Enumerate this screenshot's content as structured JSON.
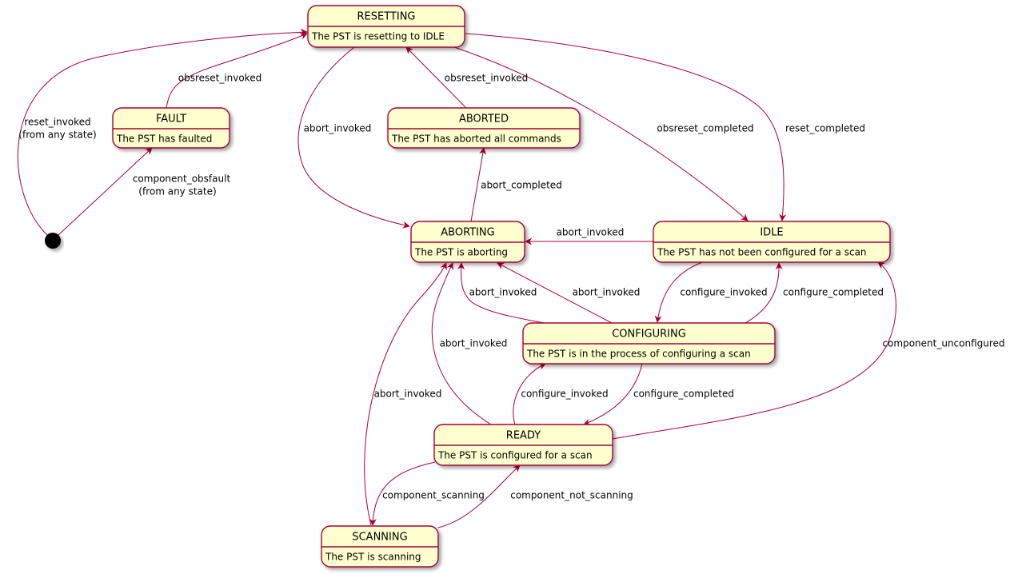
{
  "colors": {
    "state_fill": "#FEFECE",
    "state_border": "#A80036",
    "edge": "#A80036",
    "initial": "#000000"
  },
  "states": [
    {
      "id": "resetting",
      "title": "RESETTING",
      "description": "The PST is resetting to IDLE"
    },
    {
      "id": "fault",
      "title": "FAULT",
      "description": "The PST has faulted"
    },
    {
      "id": "aborted",
      "title": "ABORTED",
      "description": "The PST has aborted all commands"
    },
    {
      "id": "aborting",
      "title": "ABORTING",
      "description": "The PST is aborting"
    },
    {
      "id": "idle",
      "title": "IDLE",
      "description": "The PST has not been configured for a scan"
    },
    {
      "id": "configuring",
      "title": "CONFIGURING",
      "description": "The PST is in the process of configuring a scan"
    },
    {
      "id": "ready",
      "title": "READY",
      "description": "The PST is configured for a scan"
    },
    {
      "id": "scanning",
      "title": "SCANNING",
      "description": "The PST is scanning"
    }
  ],
  "transitions": [
    {
      "id": "init-resetting",
      "from": "initial",
      "to": "resetting",
      "label": [
        "reset_invoked",
        "(from any state)"
      ]
    },
    {
      "id": "init-fault",
      "from": "initial",
      "to": "fault",
      "label": [
        "component_obsfault",
        "(from any state)"
      ]
    },
    {
      "id": "fault-resetting",
      "from": "fault",
      "to": "resetting",
      "label": [
        "obsreset_invoked"
      ]
    },
    {
      "id": "aborted-resetting",
      "from": "aborted",
      "to": "resetting",
      "label": [
        "obsreset_invoked"
      ]
    },
    {
      "id": "resetting-aborting",
      "from": "resetting",
      "to": "aborting",
      "label": [
        "abort_invoked"
      ]
    },
    {
      "id": "resetting-idle-obsreset",
      "from": "resetting",
      "to": "idle",
      "label": [
        "obsreset_completed"
      ]
    },
    {
      "id": "resetting-idle-reset",
      "from": "resetting",
      "to": "idle",
      "label": [
        "reset_completed"
      ]
    },
    {
      "id": "aborting-aborted",
      "from": "aborting",
      "to": "aborted",
      "label": [
        "abort_completed"
      ]
    },
    {
      "id": "idle-aborting",
      "from": "idle",
      "to": "aborting",
      "label": [
        "abort_invoked"
      ]
    },
    {
      "id": "idle-configuring",
      "from": "idle",
      "to": "configuring",
      "label": [
        "configure_invoked"
      ]
    },
    {
      "id": "configuring-idle",
      "from": "configuring",
      "to": "idle",
      "label": [
        "configure_completed"
      ]
    },
    {
      "id": "configuring-aborting-left",
      "from": "configuring",
      "to": "aborting",
      "label": [
        "abort_invoked"
      ]
    },
    {
      "id": "configuring-aborting-right",
      "from": "configuring",
      "to": "aborting",
      "label": [
        "abort_invoked"
      ]
    },
    {
      "id": "ready-aborting",
      "from": "ready",
      "to": "aborting",
      "label": [
        "abort_invoked"
      ]
    },
    {
      "id": "scanning-aborting",
      "from": "scanning",
      "to": "aborting",
      "label": [
        "abort_invoked"
      ]
    },
    {
      "id": "ready-configuring",
      "from": "ready",
      "to": "configuring",
      "label": [
        "configure_invoked"
      ]
    },
    {
      "id": "configuring-ready",
      "from": "configuring",
      "to": "ready",
      "label": [
        "configure_completed"
      ]
    },
    {
      "id": "ready-idle",
      "from": "ready",
      "to": "idle",
      "label": [
        "component_unconfigured"
      ]
    },
    {
      "id": "ready-scanning",
      "from": "ready",
      "to": "scanning",
      "label": [
        "component_scanning"
      ]
    },
    {
      "id": "scanning-ready",
      "from": "scanning",
      "to": "ready",
      "label": [
        "component_not_scanning"
      ]
    }
  ]
}
